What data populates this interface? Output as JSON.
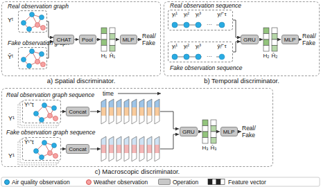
{
  "diagram": {
    "nodes": [
      {
        "text": [
          "a) Spatial discriminator."
        ]
      },
      {
        "text": [
          "Real observation graph"
        ],
        "in": 0
      },
      {
        "text": [
          "Fake observation graph"
        ],
        "in": 0
      },
      {
        "text": [
          "CHAT"
        ],
        "in": 0
      },
      {
        "text": [
          "Pool"
        ],
        "in": 0
      },
      {
        "text": [
          "MLP"
        ],
        "in": 0
      },
      {
        "text": [
          "b) Temporal discriminator."
        ]
      },
      {
        "text": [
          "Real observation sequence"
        ],
        "in": 6
      },
      {
        "text": [
          "Fake observation sequence"
        ],
        "in": 6
      },
      {
        "text": [
          "GRU"
        ],
        "in": 6
      },
      {
        "text": [
          "MLP"
        ],
        "in": 6
      },
      {
        "text": [
          "c) Macroscopic discriminator."
        ]
      },
      {
        "text": [
          "Real observation graph sequence"
        ],
        "in": 11
      },
      {
        "text": [
          "Fake observation graph sequence"
        ],
        "in": 11
      },
      {
        "text": [
          "Concat"
        ],
        "in": 11
      },
      {
        "text": [
          "Concat"
        ],
        "in": 11
      },
      {
        "text": [
          "GRU"
        ],
        "in": 11
      },
      {
        "text": [
          "MLP"
        ],
        "in": 11
      }
    ],
    "edges": [
      {
        "from": 1,
        "to": 3,
        "arrow": "to"
      },
      {
        "from": 2,
        "to": 3,
        "arrow": "to"
      },
      {
        "from": 3,
        "to": 4,
        "arrow": "to"
      },
      {
        "from": 7,
        "to": 9,
        "arrow": "to"
      },
      {
        "from": 8,
        "to": 9,
        "arrow": "to"
      },
      {
        "from": 12,
        "to": 14,
        "arrow": "to"
      },
      {
        "from": 13,
        "to": 15,
        "arrow": "to"
      }
    ],
    "labels": [
      "Yᵗ",
      "Ŷᵗ",
      "H₁",
      "Ĥ₁",
      "Real/Fake",
      "yᵢ¹",
      "yᵢ²",
      "yᵢ³",
      "···",
      "yᵢᵗ⁺τ",
      "yᵢ¹",
      "yᵢ²",
      "yᵢ³",
      "···",
      "ŷᵢᵗ⁺τ",
      "H₂",
      "Ĥ₂",
      "Real/Fake",
      "Yᵗ⁺τ",
      "Y¹",
      "Ŷᵗ⁺τ",
      "Y¹",
      "time",
      "H₃",
      "Ĥ₃",
      "Real/Fake"
    ],
    "legend": [
      {
        "text": "Air quality observation",
        "color": "#29abe2"
      },
      {
        "text": "Weather observation",
        "color": "#f5a3a3"
      },
      {
        "text": "Operation",
        "color": "#c8c8c8"
      },
      {
        "text": "Feature vector"
      }
    ]
  }
}
